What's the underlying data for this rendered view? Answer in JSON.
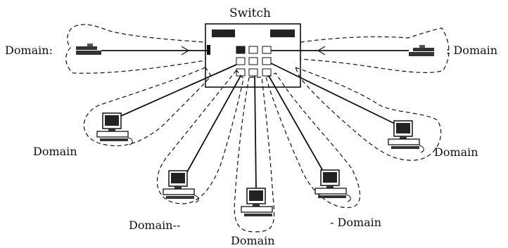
{
  "switch": {
    "label": "Switch"
  },
  "domains": [
    {
      "id": "left-host",
      "label": "Domain:"
    },
    {
      "id": "right-host",
      "label": ": Domain"
    },
    {
      "id": "pc-1",
      "label": "Domain"
    },
    {
      "id": "pc-2",
      "label": "Domain--"
    },
    {
      "id": "pc-3",
      "label": "Domain"
    },
    {
      "id": "pc-4",
      "label": "- Domain"
    },
    {
      "id": "pc-5",
      "label": "Domain"
    }
  ],
  "colors": {
    "line": "#111111",
    "background": "#ffffff"
  }
}
